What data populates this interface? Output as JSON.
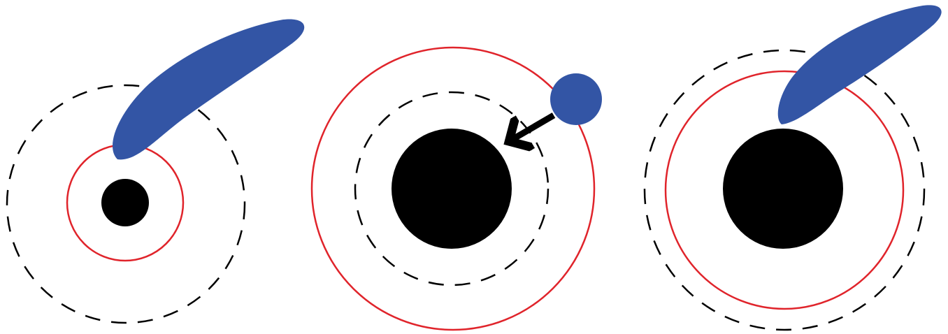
{
  "colors": {
    "black_hole": "#000000",
    "stream": "#3355a5",
    "ring": "#e0242b",
    "dashed": "#000000",
    "arrow": "#000000",
    "background": "#ffffff"
  },
  "panels": [
    {
      "id": "panel-1",
      "elements": [
        "black-hole",
        "tidal-radius-circle",
        "dashed-orbit-circle",
        "stellar-stream"
      ]
    },
    {
      "id": "panel-2",
      "elements": [
        "black-hole",
        "tidal-radius-circle",
        "dashed-orbit-circle",
        "star",
        "infall-arrow"
      ]
    },
    {
      "id": "panel-3",
      "elements": [
        "black-hole",
        "tidal-radius-circle",
        "dashed-orbit-circle",
        "stellar-stream"
      ]
    }
  ]
}
